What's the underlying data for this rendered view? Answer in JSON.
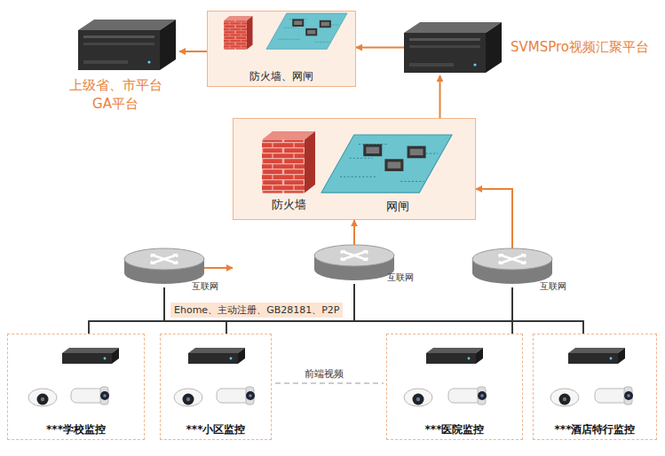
{
  "diagram": {
    "nodes": [
      {
        "text": [
          "上级省、市平台",
          "GA平台"
        ]
      },
      {
        "text": [
          "防火墙、网闸"
        ]
      },
      {
        "text": [
          "SVMSPro视频汇聚平台"
        ]
      },
      {
        "text": [
          "防火墙",
          "网闸"
        ]
      },
      {
        "text": [
          "互联网"
        ]
      },
      {
        "text": [
          "互联网"
        ]
      },
      {
        "text": [
          "互联网"
        ]
      },
      {
        "text": [
          "***学校监控"
        ]
      },
      {
        "text": [
          "***小区监控"
        ]
      },
      {
        "text": [
          "***医院监控"
        ]
      },
      {
        "text": [
          "***酒店特行监控"
        ]
      }
    ],
    "edges": [
      {
        "from": 2,
        "to": 1,
        "arrow": "to"
      },
      {
        "from": 1,
        "to": 0,
        "arrow": "to"
      },
      {
        "from": 3,
        "to": 2,
        "arrow": "to"
      },
      {
        "from": 4,
        "to": 3,
        "arrow": "to"
      },
      {
        "from": 5,
        "to": 3,
        "arrow": "to"
      },
      {
        "from": 6,
        "to": 3,
        "arrow": "to"
      },
      {
        "from": 7,
        "to": 4,
        "arrow": "none"
      },
      {
        "from": 7,
        "to": 5,
        "arrow": "none"
      },
      {
        "from": 7,
        "to": 6,
        "arrow": "none"
      },
      {
        "from": 8,
        "to": 4,
        "arrow": "none"
      },
      {
        "from": 8,
        "to": 5,
        "arrow": "none"
      },
      {
        "from": 8,
        "to": 6,
        "arrow": "none"
      },
      {
        "from": 9,
        "to": 4,
        "arrow": "none"
      },
      {
        "from": 9,
        "to": 5,
        "arrow": "none"
      },
      {
        "from": 9,
        "to": 6,
        "arrow": "none"
      },
      {
        "from": 10,
        "to": 4,
        "arrow": "none"
      },
      {
        "from": 10,
        "to": 5,
        "arrow": "none"
      },
      {
        "from": 10,
        "to": 6,
        "arrow": "none"
      }
    ],
    "labels": [
      "Ehome、主动注册、GB28181、P2P",
      "前端视频"
    ]
  }
}
